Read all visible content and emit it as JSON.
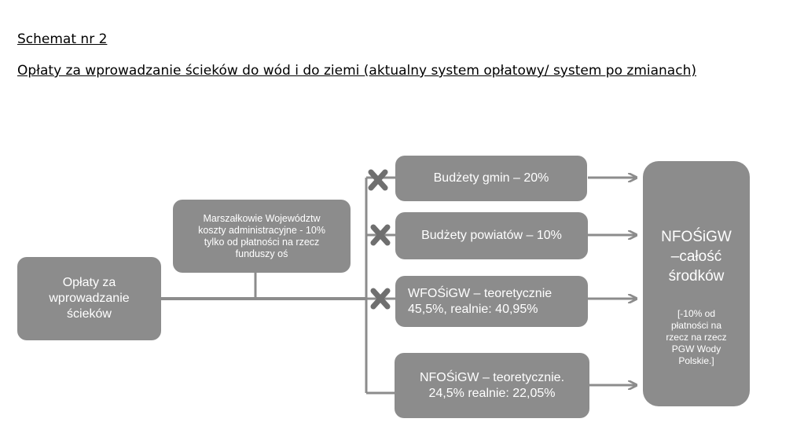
{
  "header": {
    "title": "Schemat nr 2",
    "subtitle": "Opłaty za wprowadzanie ścieków do wód i do ziemi (aktualny system opłatowy/ system po zmianach)"
  },
  "nodes": {
    "source": {
      "lines": [
        "Opłaty za",
        "wprowadzanie",
        "ścieków"
      ]
    },
    "marshal": {
      "lines": [
        "Marszałkowie Województw",
        "koszty administracyjne -  10%",
        "tylko od płatności na rzecz",
        "funduszy oś"
      ]
    },
    "gminy": {
      "lines": [
        "Budżety gmin – 20%"
      ]
    },
    "powiaty": {
      "lines": [
        "Budżety powiatów – 10%"
      ]
    },
    "wfos": {
      "lines": [
        "WFOŚiGW – teoretycznie",
        "45,5%, realnie: 40,95%"
      ]
    },
    "nfos_small": {
      "lines": [
        "NFOŚiGW – teoretycznie.",
        "24,5% realnie: 22,05%"
      ]
    },
    "nfos_big": {
      "title_lines": [
        "NFOŚiGW",
        "–całość",
        "środków"
      ],
      "note_lines": [
        "[-10% od",
        "płatności na",
        "rzecz na rzecz",
        "PGW Wody",
        "Polskie.]"
      ]
    }
  },
  "colors": {
    "box_fill": "#8c8c8c",
    "box_text": "#ffffff",
    "connector": "#8c8c8c",
    "cross": "#6f6f6f"
  },
  "icons": {
    "removed_marker": "x-cross-icon",
    "flow_arrow": "arrow-right-icon"
  }
}
